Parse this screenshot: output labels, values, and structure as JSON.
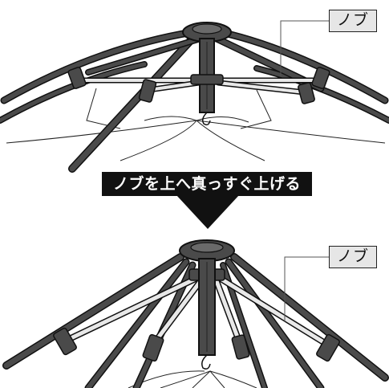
{
  "callouts": {
    "knob_top": "ノブ",
    "knob_bottom": "ノブ"
  },
  "instruction": "ノブを上へ真っすぐ上げる",
  "colors": {
    "frame_dark": "#4a4a4a",
    "frame_outline": "#111111",
    "rod_light": "#e8e8e8",
    "label_fill": "#e6e6e6",
    "banner_fill": "#111111",
    "arrow_fill": "#111111"
  }
}
